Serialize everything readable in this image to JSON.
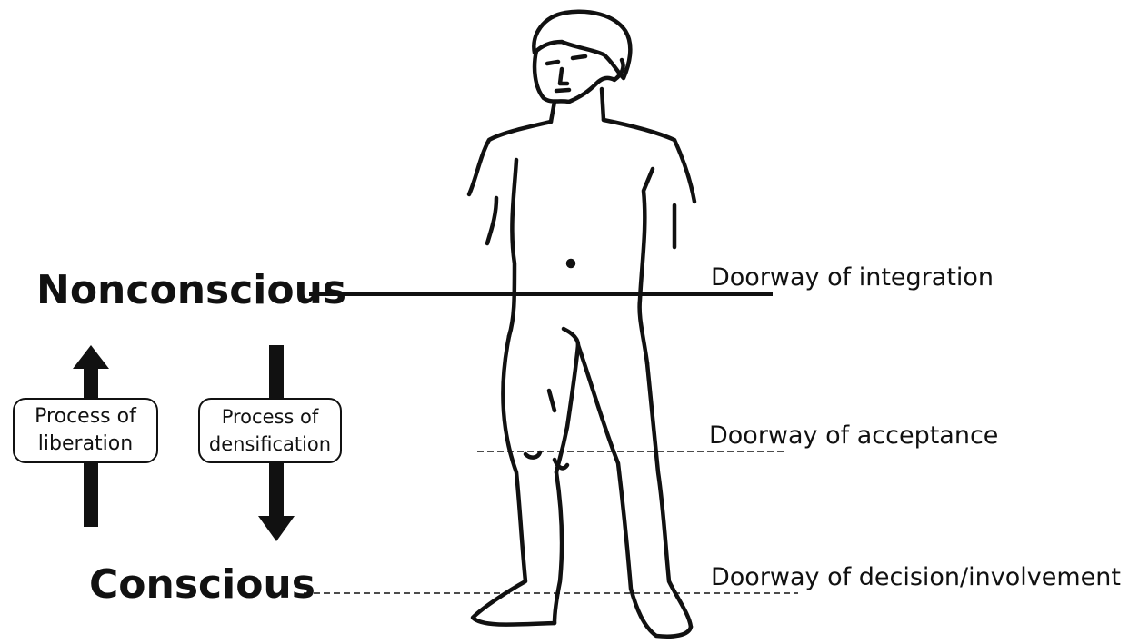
{
  "levels": {
    "nonconscious": "Nonconscious",
    "conscious": "Conscious"
  },
  "doorways": {
    "integration": "Doorway of integration",
    "acceptance": "Doorway of acceptance",
    "decision": "Doorway of decision/involvement"
  },
  "processes": {
    "liberation": {
      "line1": "Process of",
      "line2": "liberation",
      "direction": "up"
    },
    "densification": {
      "line1": "Process of",
      "line2": "densification",
      "direction": "down"
    }
  },
  "colors": {
    "ink": "#111111",
    "background": "#ffffff"
  }
}
